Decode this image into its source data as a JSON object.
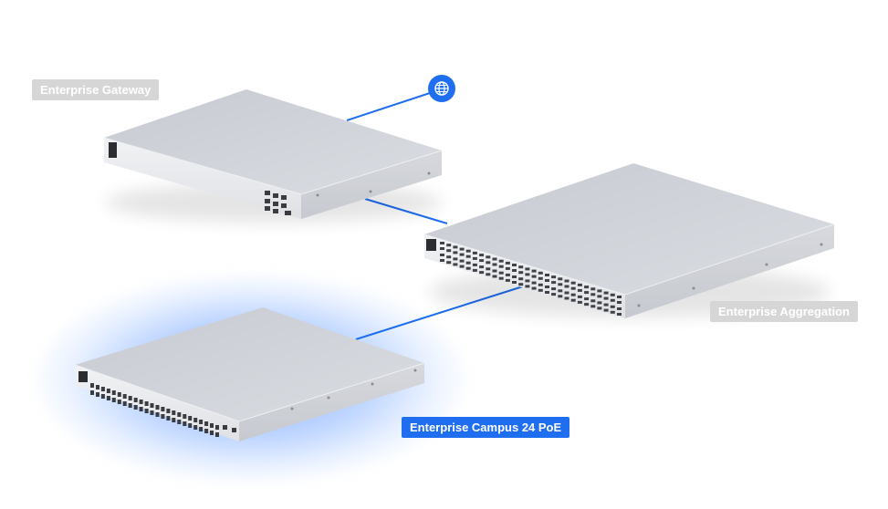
{
  "devices": {
    "gateway": {
      "label": "Enterprise Gateway",
      "active": false
    },
    "aggregation": {
      "label": "Enterprise Aggregation",
      "active": false
    },
    "campus": {
      "label": "Enterprise Campus 24 PoE",
      "active": true
    }
  },
  "internet": {
    "icon": "globe-icon"
  },
  "colors": {
    "link": "#1f6ef0",
    "active_label_bg": "#1f6ef0",
    "inactive_label_bg": "#d6d6d6",
    "glow": "#2f73ff",
    "device_top": "#cfd2d8",
    "device_front": "#e9eaed"
  }
}
